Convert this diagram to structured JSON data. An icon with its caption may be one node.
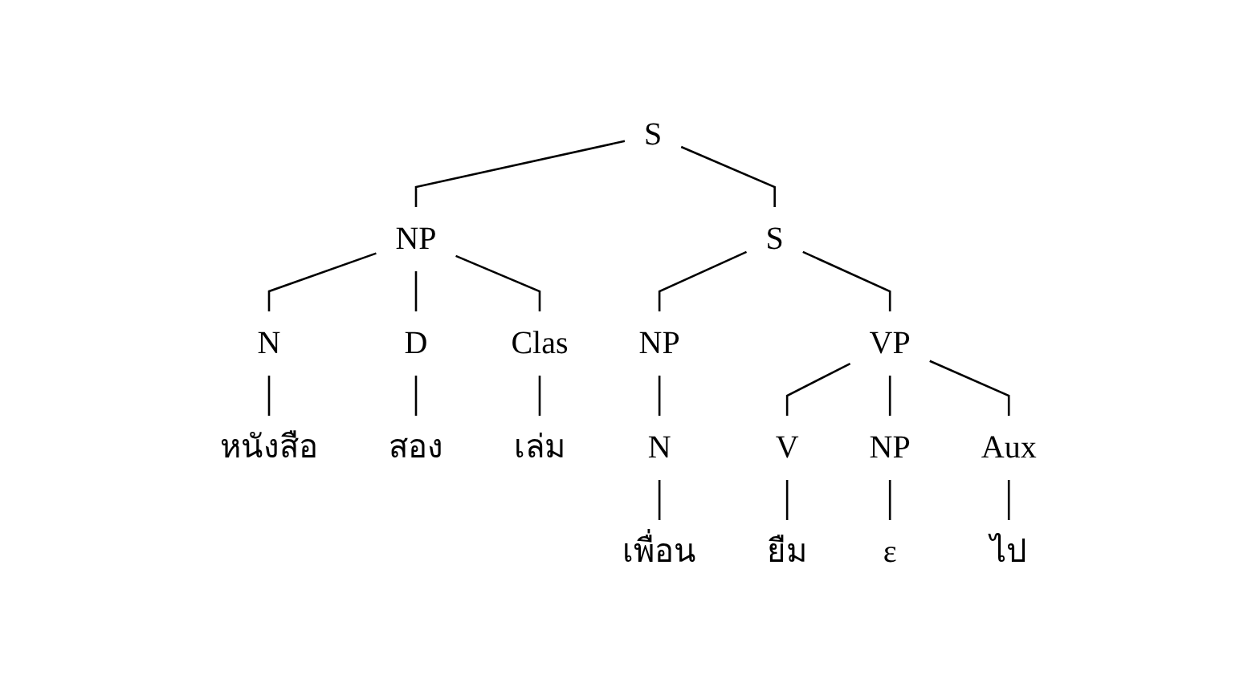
{
  "diagram": {
    "nodes": [
      {
        "text": [
          "S"
        ]
      },
      {
        "text": [
          "NP"
        ]
      },
      {
        "text": [
          "S"
        ]
      },
      {
        "text": [
          "N"
        ]
      },
      {
        "text": [
          "D"
        ]
      },
      {
        "text": [
          "Clas"
        ]
      },
      {
        "text": [
          "NP"
        ]
      },
      {
        "text": [
          "VP"
        ]
      },
      {
        "text": [
          "หนังสือ"
        ]
      },
      {
        "text": [
          "สอง"
        ]
      },
      {
        "text": [
          "เล่ม"
        ]
      },
      {
        "text": [
          "N"
        ]
      },
      {
        "text": [
          "V"
        ]
      },
      {
        "text": [
          "NP"
        ]
      },
      {
        "text": [
          "Aux"
        ]
      },
      {
        "text": [
          "เพื่อน"
        ]
      },
      {
        "text": [
          "ยืม"
        ]
      },
      {
        "text": [
          "ε"
        ]
      },
      {
        "text": [
          "ไป"
        ]
      }
    ],
    "edges": [
      {
        "from": 0,
        "to": 1,
        "arrow": "none"
      },
      {
        "from": 0,
        "to": 2,
        "arrow": "none"
      },
      {
        "from": 1,
        "to": 3,
        "arrow": "none"
      },
      {
        "from": 1,
        "to": 4,
        "arrow": "none"
      },
      {
        "from": 1,
        "to": 5,
        "arrow": "none"
      },
      {
        "from": 2,
        "to": 6,
        "arrow": "none"
      },
      {
        "from": 2,
        "to": 7,
        "arrow": "none"
      },
      {
        "from": 3,
        "to": 8,
        "arrow": "none"
      },
      {
        "from": 4,
        "to": 9,
        "arrow": "none"
      },
      {
        "from": 5,
        "to": 10,
        "arrow": "none"
      },
      {
        "from": 6,
        "to": 11,
        "arrow": "none"
      },
      {
        "from": 7,
        "to": 12,
        "arrow": "none"
      },
      {
        "from": 7,
        "to": 13,
        "arrow": "none"
      },
      {
        "from": 7,
        "to": 14,
        "arrow": "none"
      },
      {
        "from": 11,
        "to": 15,
        "arrow": "none"
      },
      {
        "from": 12,
        "to": 16,
        "arrow": "none"
      },
      {
        "from": 13,
        "to": 17,
        "arrow": "none"
      },
      {
        "from": 14,
        "to": 18,
        "arrow": "none"
      }
    ]
  }
}
